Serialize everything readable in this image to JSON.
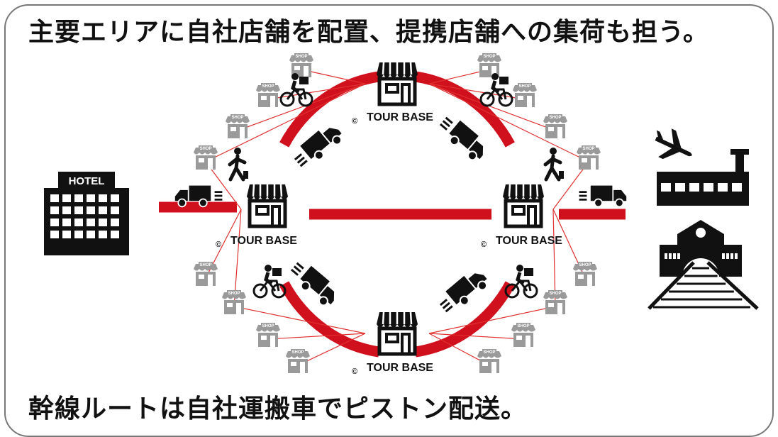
{
  "title": "主要エリアに自社店舗を配置、提携店舗への集荷も担う。",
  "footer": "幹線ルートは自社運搬車でピストン配送。",
  "hub_label": "TOUR BASE",
  "copyright_mark": "©",
  "hotel_label": "HOTEL",
  "shop_label": "SHOP",
  "colors": {
    "route_red": "#d0101c",
    "line_red": "#e03030",
    "shop_gray": "#9a9a9a",
    "icon_black": "#111111"
  },
  "icons": {
    "hub": "storefront-icon",
    "partner": "shop-icon",
    "hotel": "hotel-building-icon",
    "airport": "airport-terminal-icon",
    "plane": "airplane-icon",
    "station": "train-station-icon",
    "truck": "delivery-truck-icon",
    "courier": "bicycle-courier-icon",
    "walker": "walking-courier-icon"
  }
}
